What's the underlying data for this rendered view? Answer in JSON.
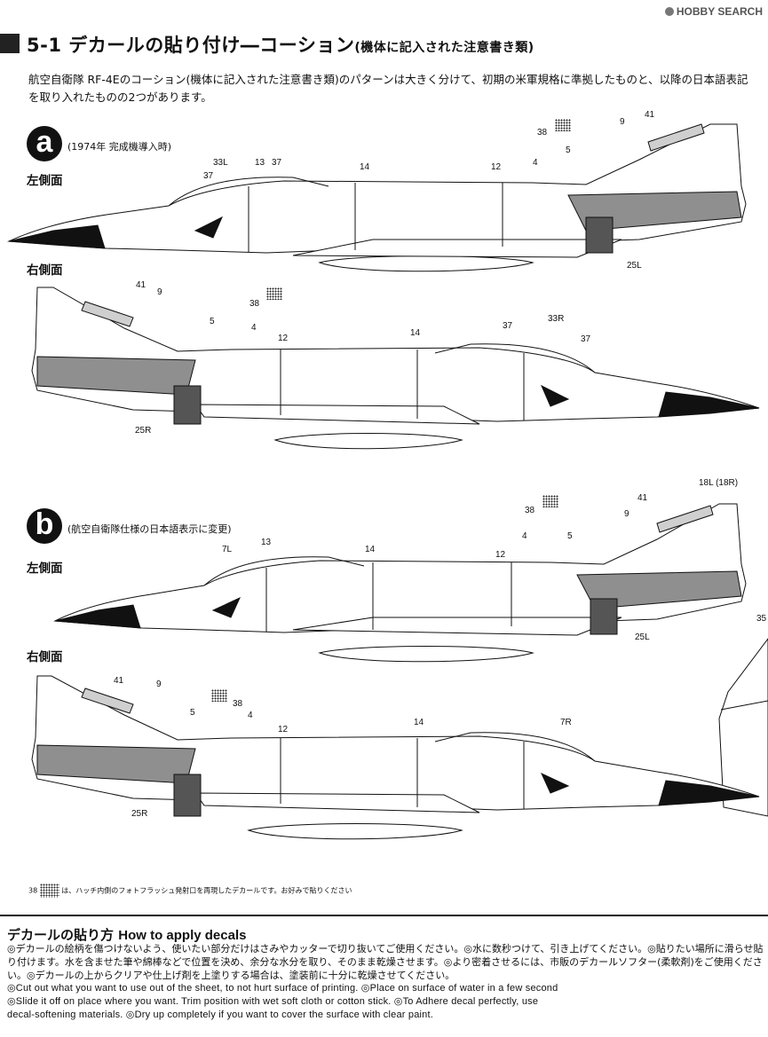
{
  "header": {
    "section_number": "5-1",
    "title": "デカールの貼り付け―コーション",
    "title_sub": "(機体に記入された注意書き類)",
    "logo_text": "HOBBY SEARCH"
  },
  "intro": "航空自衛隊 RF-4Eのコーション(機体に記入された注意書き類)のパターンは大きく分けて、初期の米軍規格に準拠したものと、以降の日本語表記を取り入れたものの2つがあります。",
  "panel_a": {
    "letter": "a",
    "caption": "(1974年 完成機導入時)",
    "left_label": "左側面",
    "right_label": "右側面",
    "left_callouts": [
      "33L",
      "13",
      "37",
      "37",
      "14",
      "12",
      "4",
      "38",
      "5",
      "9",
      "41",
      "25L"
    ],
    "right_callouts": [
      "41",
      "9",
      "38",
      "5",
      "4",
      "12",
      "14",
      "37",
      "33R",
      "37",
      "25R"
    ]
  },
  "panel_b": {
    "letter": "b",
    "caption": "(航空自衛隊仕様の日本語表示に変更)",
    "left_label": "左側面",
    "right_label": "右側面",
    "left_callouts": [
      "18L (18R)",
      "38",
      "41",
      "9",
      "4",
      "5",
      "7L",
      "13",
      "14",
      "12",
      "25L",
      "35"
    ],
    "right_callouts": [
      "41",
      "9",
      "38",
      "5",
      "4",
      "12",
      "14",
      "7R",
      "25R"
    ]
  },
  "footnote": {
    "number": "38",
    "text": "は、ハッチ内側のフォトフラッシュ発射口を再現したデカールです。お好みで貼りください"
  },
  "howto": {
    "title_jp": "デカールの貼り方",
    "title_en": "How to apply decals",
    "jp_text": "◎デカールの絵柄を傷つけないよう、使いたい部分だけはさみやカッターで切り抜いてご使用ください。◎水に数秒つけて、引き上げてください。◎貼りたい場所に滑らせ貼り付けます。水を含ませた筆や綿棒などで位置を決め、余分な水分を取り、そのまま乾燥させます。◎より密着させるには、市販のデカールソフター(柔軟剤)をご使用ください。◎デカールの上からクリアや仕上げ剤を上塗りする場合は、塗装前に十分に乾燥させてください。",
    "en_line1": "◎Cut out what you want to use out of the sheet, to not hurt surface of printing. ◎Place on surface of water in a few second",
    "en_line2": "◎Slide it off on place where you want. Trim position with wet soft cloth or cotton stick. ◎To Adhere decal perfectly, use",
    "en_line3": "decal-softening materials. ◎Dry up completely if you want to cover the surface with clear paint."
  },
  "colors": {
    "ink": "#111111",
    "panel_gray": "#8f8f8f",
    "light_gray": "#cfcfcf"
  }
}
